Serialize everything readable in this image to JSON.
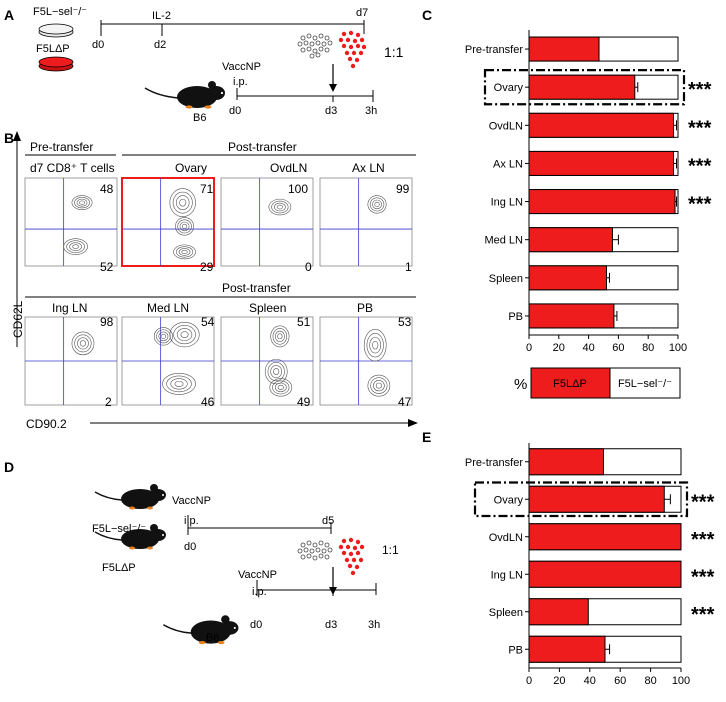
{
  "colors": {
    "red": "#ee1c1c",
    "black": "#000000",
    "blue": "#3a3ad0",
    "white": "#ffffff"
  },
  "panel_labels": {
    "a": "A",
    "b": "B",
    "c": "C",
    "d": "D",
    "e": "E"
  },
  "panel_a": {
    "mouse1_label": "F5L−sel⁻/⁻",
    "mouse2_label": "F5LΔP",
    "culture": {
      "t0": "d0",
      "t1": "d2",
      "t2": "d7",
      "treatment": "IL-2"
    },
    "recipient": {
      "treatment": "VaccNP",
      "route": "i.p.",
      "t0": "d0",
      "t1": "d3",
      "t2": "3h",
      "mouse": "B6"
    },
    "ratio": "1:1"
  },
  "panel_b": {
    "group1": "Pre-transfer",
    "group2": "Post-transfer",
    "group3": "Post-transfer",
    "y_axis": "CD62L",
    "x_axis": "CD90.2",
    "plots": [
      {
        "title": "d7 CD8⁺ T cells",
        "top": "48",
        "bottom": "52"
      },
      {
        "title": "Ovary",
        "top": "71",
        "bottom": "29"
      },
      {
        "title": "OvdLN",
        "top": "100",
        "bottom": "0"
      },
      {
        "title": "Ax LN",
        "top": "99",
        "bottom": "1"
      },
      {
        "title": "Ing LN",
        "top": "98",
        "bottom": "2"
      },
      {
        "title": "Med LN",
        "top": "54",
        "bottom": "46"
      },
      {
        "title": "Spleen",
        "top": "51",
        "bottom": "49"
      },
      {
        "title": "PB",
        "top": "53",
        "bottom": "47"
      }
    ]
  },
  "chart_data": [
    {
      "type": "bar",
      "panel": "C",
      "categories": [
        "Pre-transfer",
        "Ovary",
        "OvdLN",
        "Ax LN",
        "Ing LN",
        "Med LN",
        "Spleen",
        "PB"
      ],
      "values": [
        47,
        71,
        97,
        97,
        98,
        56,
        52,
        57
      ],
      "errors": [
        0,
        2,
        2,
        2,
        1,
        4,
        2,
        2
      ],
      "significance": [
        "",
        "***",
        "***",
        "***",
        "***",
        "",
        "",
        ""
      ],
      "highlighted": "Ovary",
      "xlim": [
        0,
        100
      ],
      "xticks": [
        0,
        20,
        40,
        60,
        80,
        100
      ],
      "legend": {
        "prefix": "%",
        "series": [
          "F5LΔP",
          "F5L−sel⁻/⁻"
        ]
      }
    },
    {
      "type": "bar",
      "panel": "E",
      "categories": [
        "Pre-transfer",
        "Ovary",
        "OvdLN",
        "Ing LN",
        "Spleen",
        "PB"
      ],
      "values": [
        49,
        89,
        100,
        100,
        39,
        50
      ],
      "errors": [
        0,
        4,
        0,
        0,
        0,
        3
      ],
      "significance": [
        "",
        "***",
        "***",
        "***",
        "***",
        ""
      ],
      "highlighted": "Ovary",
      "xlim": [
        0,
        100
      ],
      "xticks": [
        0,
        20,
        40,
        60,
        80,
        100
      ]
    }
  ],
  "panel_d": {
    "mouse1_label": "F5L−sel⁻/⁻",
    "mouse2_label": "F5LΔP",
    "donor": {
      "treatment": "VaccNP",
      "route": "i.p.",
      "t0": "d0",
      "t1": "d5"
    },
    "recipient": {
      "treatment": "VaccNP",
      "route": "i.p.",
      "t0": "d0",
      "t1": "d3",
      "t2": "3h",
      "mouse": "B6"
    },
    "ratio": "1:1"
  }
}
